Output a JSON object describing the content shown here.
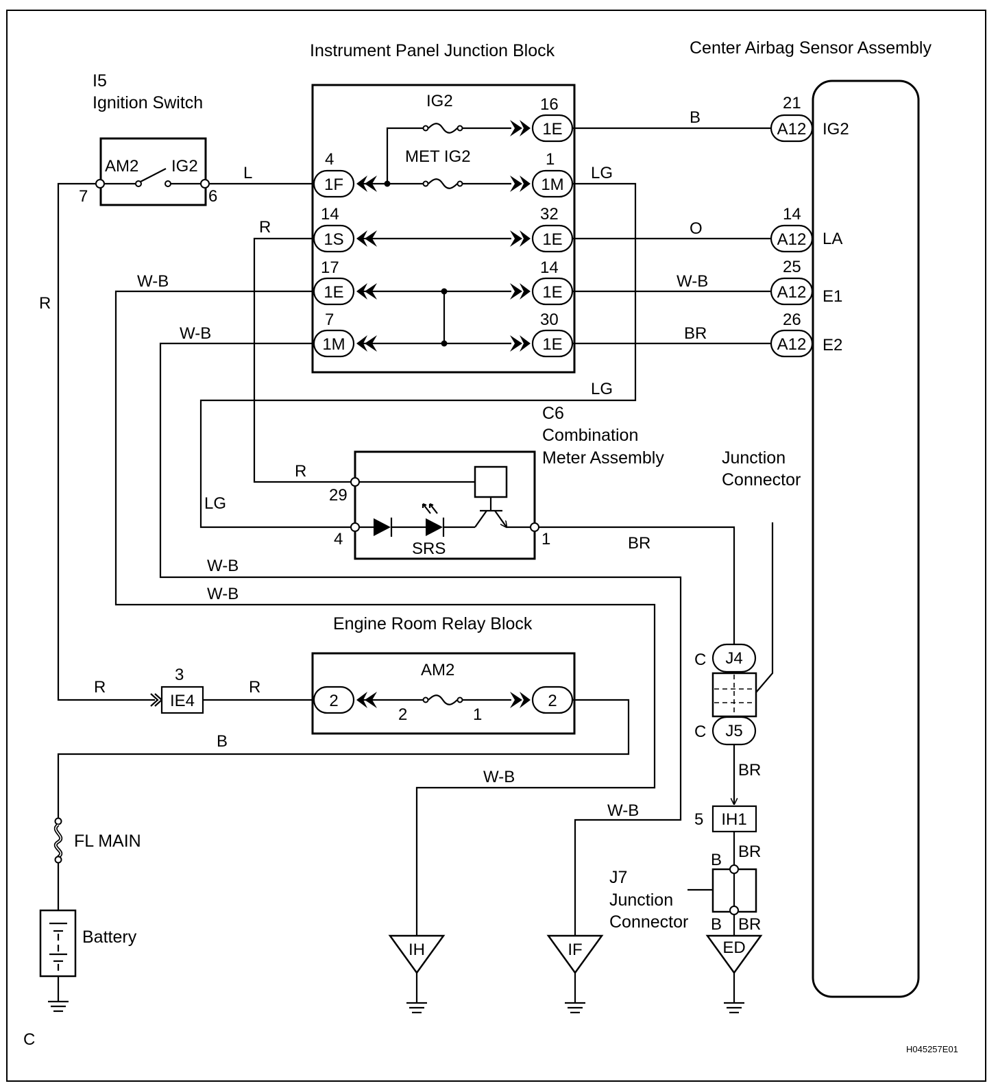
{
  "components": {
    "ignition_switch": {
      "ref": "I5",
      "name": "Ignition Switch",
      "contact_left": "AM2",
      "contact_right": "IG2",
      "pin_left": "7",
      "pin_right": "6"
    },
    "ip_junction_block": {
      "name": "Instrument Panel Junction Block",
      "fuse_ig2": "IG2",
      "fuse_met_ig2": "MET IG2"
    },
    "airbag_sensor": {
      "name": "Center Airbag Sensor Assembly"
    },
    "combination_meter": {
      "ref": "C6",
      "name_line1": "Combination",
      "name_line2": "Meter Assembly",
      "srs": "SRS",
      "pin_29": "29",
      "pin_4": "4",
      "pin_1": "1"
    },
    "engine_room_relay_block": {
      "name": "Engine Room Relay Block",
      "fuse": "AM2",
      "fuse_pin_left": "2",
      "fuse_pin_right": "1"
    },
    "junction_connector_top": {
      "line1": "Junction",
      "line2": "Connector"
    },
    "j7": {
      "ref": "J7",
      "line1": "Junction",
      "line2": "Connector"
    },
    "fl_main": "FL MAIN",
    "battery": "Battery"
  },
  "left_connectors": [
    {
      "num": "4",
      "code": "1F"
    },
    {
      "num": "14",
      "code": "1S"
    },
    {
      "num": "17",
      "code": "1E"
    },
    {
      "num": "7",
      "code": "1M"
    }
  ],
  "right_connectors": [
    {
      "num": "16",
      "code": "1E"
    },
    {
      "num": "1",
      "code": "1M"
    },
    {
      "num": "32",
      "code": "1E"
    },
    {
      "num": "14",
      "code": "1E"
    },
    {
      "num": "30",
      "code": "1E"
    }
  ],
  "airbag_connectors": [
    {
      "num": "21",
      "code": "A12",
      "signal": "IG2"
    },
    {
      "num": "14",
      "code": "A12",
      "signal": "LA"
    },
    {
      "num": "25",
      "code": "A12",
      "signal": "E1"
    },
    {
      "num": "26",
      "code": "A12",
      "signal": "E2"
    }
  ],
  "wire_colors": {
    "sw_to_jb": "L",
    "ig2_out": "B",
    "met_out": "LG",
    "la_out": "O",
    "e1_out": "W-B",
    "e2_out": "BR",
    "r_left": "R",
    "r_to_1s": "R",
    "r_to_29": "R",
    "wb_17": "W-B",
    "wb_7": "W-B",
    "lg_return": "LG",
    "lg_to_4": "LG",
    "br_from_1": "BR",
    "wb_mid1": "W-B",
    "wb_mid2": "W-B",
    "r_ie4_in": "R",
    "r_ie4_out": "R",
    "b_battery": "B",
    "wb_ih": "W-B",
    "wb_if": "W-B",
    "br_j5": "BR",
    "br_ih1": "BR",
    "br_j7": "BR"
  },
  "connectors_misc": {
    "ie4": {
      "num": "3",
      "code": "IE4"
    },
    "er_left": "2",
    "er_right": "2",
    "j4": {
      "prefix": "C",
      "code": "J4"
    },
    "j5": {
      "prefix": "C",
      "code": "J5"
    },
    "ih1": {
      "num": "5",
      "code": "IH1"
    },
    "j7_pin_top": "B",
    "j7_pin_bottom": "B"
  },
  "grounds": [
    "IH",
    "IF",
    "ED"
  ],
  "corner_letter": "C",
  "figure_code": "H045257E01"
}
